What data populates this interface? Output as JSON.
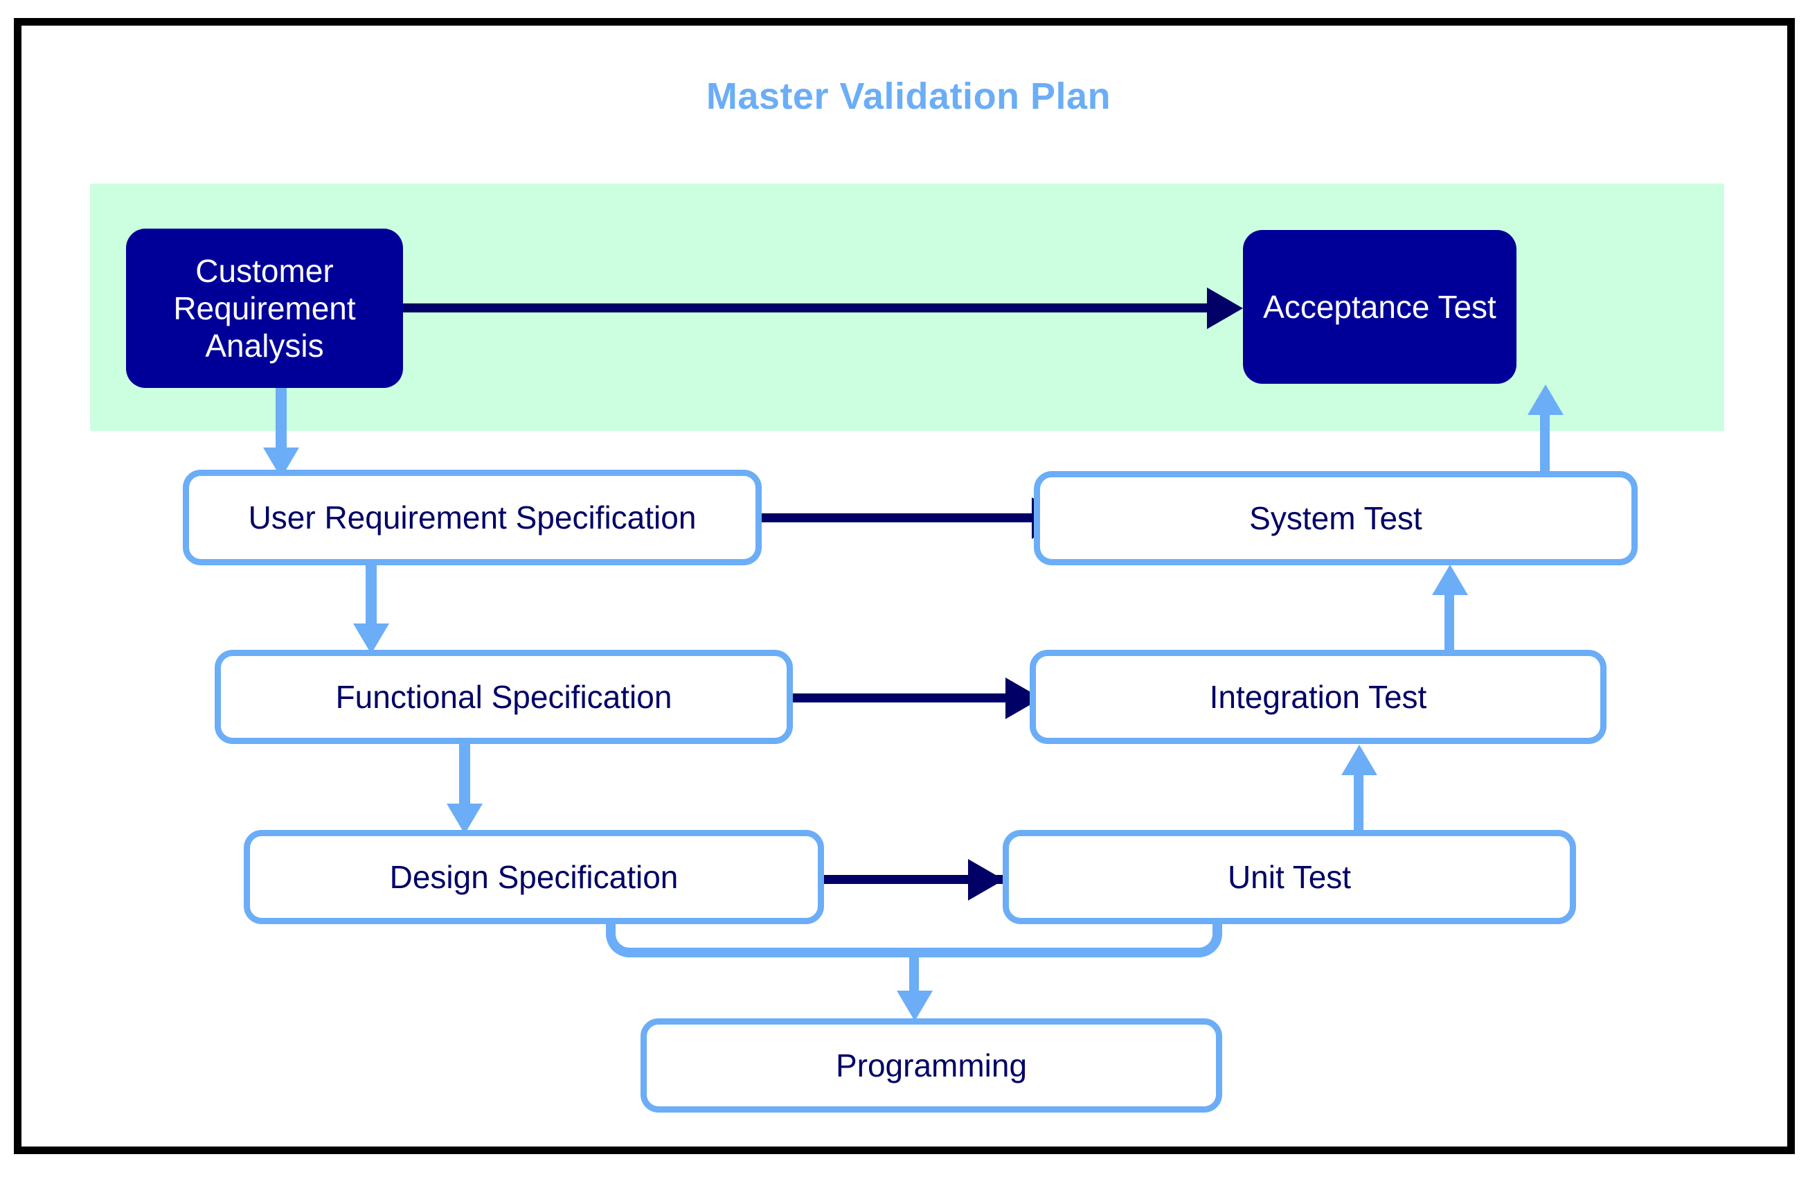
{
  "diagram": {
    "title": "Master Validation Plan",
    "title_color": "#6BADF7",
    "band_color": "#CCFFE0",
    "dark_node_fill": "#000099",
    "dark_node_text_color": "#FFFFFF",
    "light_node_border": "#6BADF7",
    "light_node_text_color": "#000066",
    "navy_arrow_color": "#000066",
    "blue_arrow_color": "#6BADF7",
    "frame_border_color": "#000000"
  },
  "nodes": {
    "customer_requirement_analysis": "Customer Requirement\nAnalysis",
    "customer_requirement_analysis_line1": "Customer Requirement",
    "customer_requirement_analysis_line2": "Analysis",
    "acceptance_test": "Acceptance Test",
    "user_requirement_specification": "User Requirement Specification",
    "system_test": "System Test",
    "functional_specification": "Functional Specification",
    "integration_test": "Integration Test",
    "design_specification": "Design Specification",
    "unit_test": "Unit Test",
    "programming": "Programming"
  },
  "edges": [
    {
      "from": "customer_requirement_analysis",
      "to": "acceptance_test",
      "style": "navy-horizontal"
    },
    {
      "from": "customer_requirement_analysis",
      "to": "user_requirement_specification",
      "style": "blue-down"
    },
    {
      "from": "user_requirement_specification",
      "to": "system_test",
      "style": "navy-horizontal"
    },
    {
      "from": "user_requirement_specification",
      "to": "functional_specification",
      "style": "blue-down"
    },
    {
      "from": "functional_specification",
      "to": "integration_test",
      "style": "navy-horizontal"
    },
    {
      "from": "functional_specification",
      "to": "design_specification",
      "style": "blue-down"
    },
    {
      "from": "design_specification",
      "to": "unit_test",
      "style": "navy-horizontal"
    },
    {
      "from": "design_specification",
      "to": "programming",
      "style": "blue-bridge-down"
    },
    {
      "from": "unit_test",
      "to": "programming",
      "style": "blue-bridge-down"
    },
    {
      "from": "unit_test",
      "to": "integration_test",
      "style": "blue-up"
    },
    {
      "from": "integration_test",
      "to": "system_test",
      "style": "blue-up"
    },
    {
      "from": "system_test",
      "to": "acceptance_test",
      "style": "blue-up"
    }
  ]
}
